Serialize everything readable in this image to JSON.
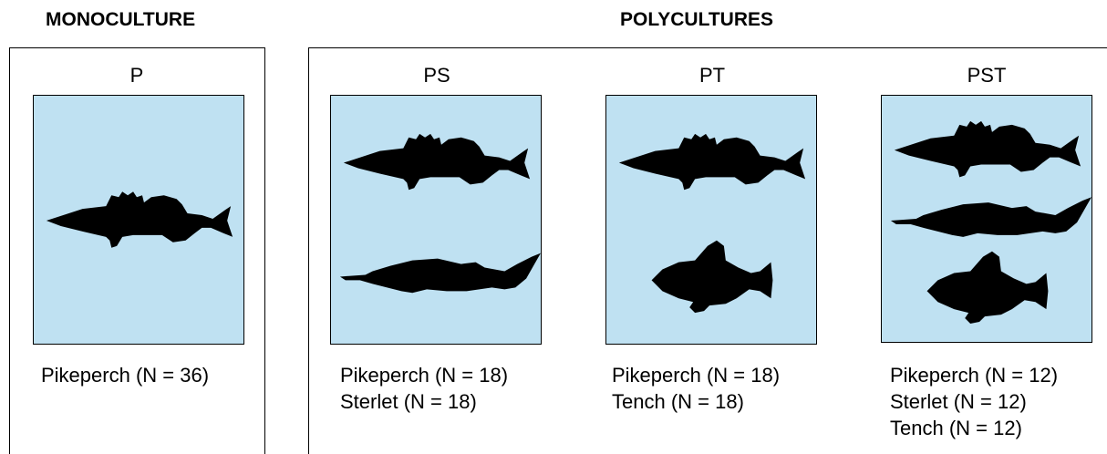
{
  "monoculture": {
    "title": "MONOCULTURE",
    "treatment": {
      "label": "P",
      "fish": [
        "pikeperch"
      ],
      "counts": [
        "Pikeperch (N = 36)"
      ]
    }
  },
  "polycultures": {
    "title": "POLYCULTURES",
    "treatments": [
      {
        "label": "PS",
        "fish": [
          "pikeperch",
          "sterlet"
        ],
        "counts": [
          "Pikeperch (N = 18)",
          "Sterlet (N = 18)"
        ]
      },
      {
        "label": "PT",
        "fish": [
          "pikeperch",
          "tench"
        ],
        "counts": [
          "Pikeperch (N = 18)",
          "Tench (N = 18)"
        ]
      },
      {
        "label": "PST",
        "fish": [
          "pikeperch",
          "sterlet",
          "tench"
        ],
        "counts": [
          "Pikeperch (N = 12)",
          "Sterlet (N = 12)",
          "Tench (N = 12)"
        ]
      }
    ]
  },
  "colors": {
    "water": "#bfe1f2",
    "fish": "#000000",
    "border": "#000000"
  }
}
